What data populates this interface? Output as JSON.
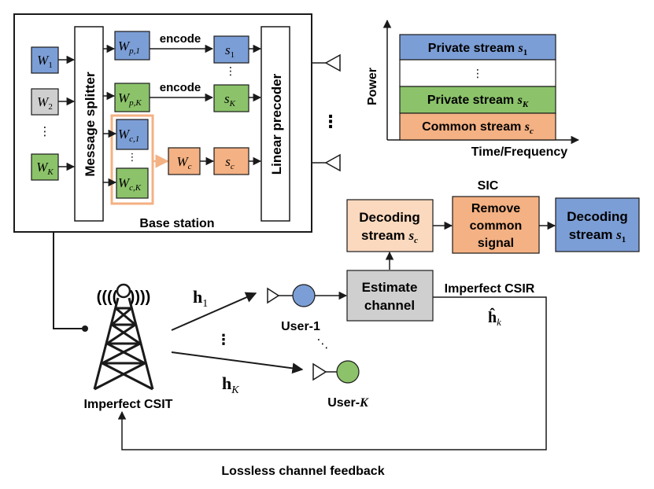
{
  "colors": {
    "blue": "#7C9ED6",
    "green": "#8CC36A",
    "gray": "#CFCFCF",
    "orange": "#F4B183",
    "orange_light": "#FBD9BE",
    "orange_dark": "#F4B183",
    "line": "#1a1a1a"
  },
  "base_station": {
    "label": "Base station",
    "splitter_label": "Message splitter",
    "precoder_label": "Linear precoder",
    "messages": [
      {
        "base": "W",
        "sub": "1"
      },
      {
        "base": "W",
        "sub": "2"
      },
      {
        "base": "W",
        "sub": "K"
      }
    ],
    "ellipsis_left": "⋮",
    "private_parts": [
      {
        "base": "W",
        "sub": "p,1"
      },
      {
        "base": "W",
        "sub": "p,K"
      }
    ],
    "common_parts": [
      {
        "base": "W",
        "sub": "c,1"
      },
      {
        "base": "W",
        "sub": "c,K"
      }
    ],
    "ellipsis_mid": "⋮",
    "encode_label": "encode",
    "private_streams": [
      {
        "base": "s",
        "sub": "1"
      },
      {
        "base": "s",
        "sub": "K"
      }
    ],
    "ellipsis_streams": "⋮",
    "common_message": {
      "base": "W",
      "sub": "c"
    },
    "common_stream": {
      "base": "s",
      "sub": "c"
    },
    "antenna_dots": "⋮"
  },
  "power_chart": {
    "ylabel": "Power",
    "xlabel": "Time/Frequency",
    "layers": [
      {
        "text": "Private stream ",
        "sym": "s",
        "sub": "1",
        "fill": "blue"
      },
      {
        "text": "⋮",
        "sym": "",
        "sub": "",
        "fill": "white"
      },
      {
        "text": "Private stream ",
        "sym": "s",
        "sub": "K",
        "fill": "green"
      },
      {
        "text": "Common stream ",
        "sym": "s",
        "sub": "c",
        "fill": "orange"
      }
    ]
  },
  "sic": {
    "label": "SIC",
    "decode_common": {
      "line1": "Decoding",
      "line2": "stream ",
      "sym": "s",
      "sub": "c"
    },
    "remove_common": {
      "line1": "Remove",
      "line2": "common",
      "line3": "signal"
    },
    "decode_private": {
      "line1": "Decoding",
      "line2": "stream ",
      "sym": "s",
      "sub": "1"
    }
  },
  "receiver": {
    "estimate_line1": "Estimate",
    "estimate_line2": "channel",
    "csir_label": "Imperfect CSIR",
    "csir_sym": "ĥ",
    "csir_sub": "k"
  },
  "links": {
    "h1": {
      "base": "h",
      "sub": "1"
    },
    "hK": {
      "base": "h",
      "sub": "K"
    },
    "dots_between": "⋮",
    "dots_users": "⋱"
  },
  "users": {
    "user1": "User-1",
    "userK_prefix": "User-",
    "userK_sym": "K"
  },
  "tower": {
    "waves_left": "((((",
    "waves_right": "))))",
    "csit_label": "Imperfect CSIT"
  },
  "feedback_label": "Lossless channel feedback"
}
